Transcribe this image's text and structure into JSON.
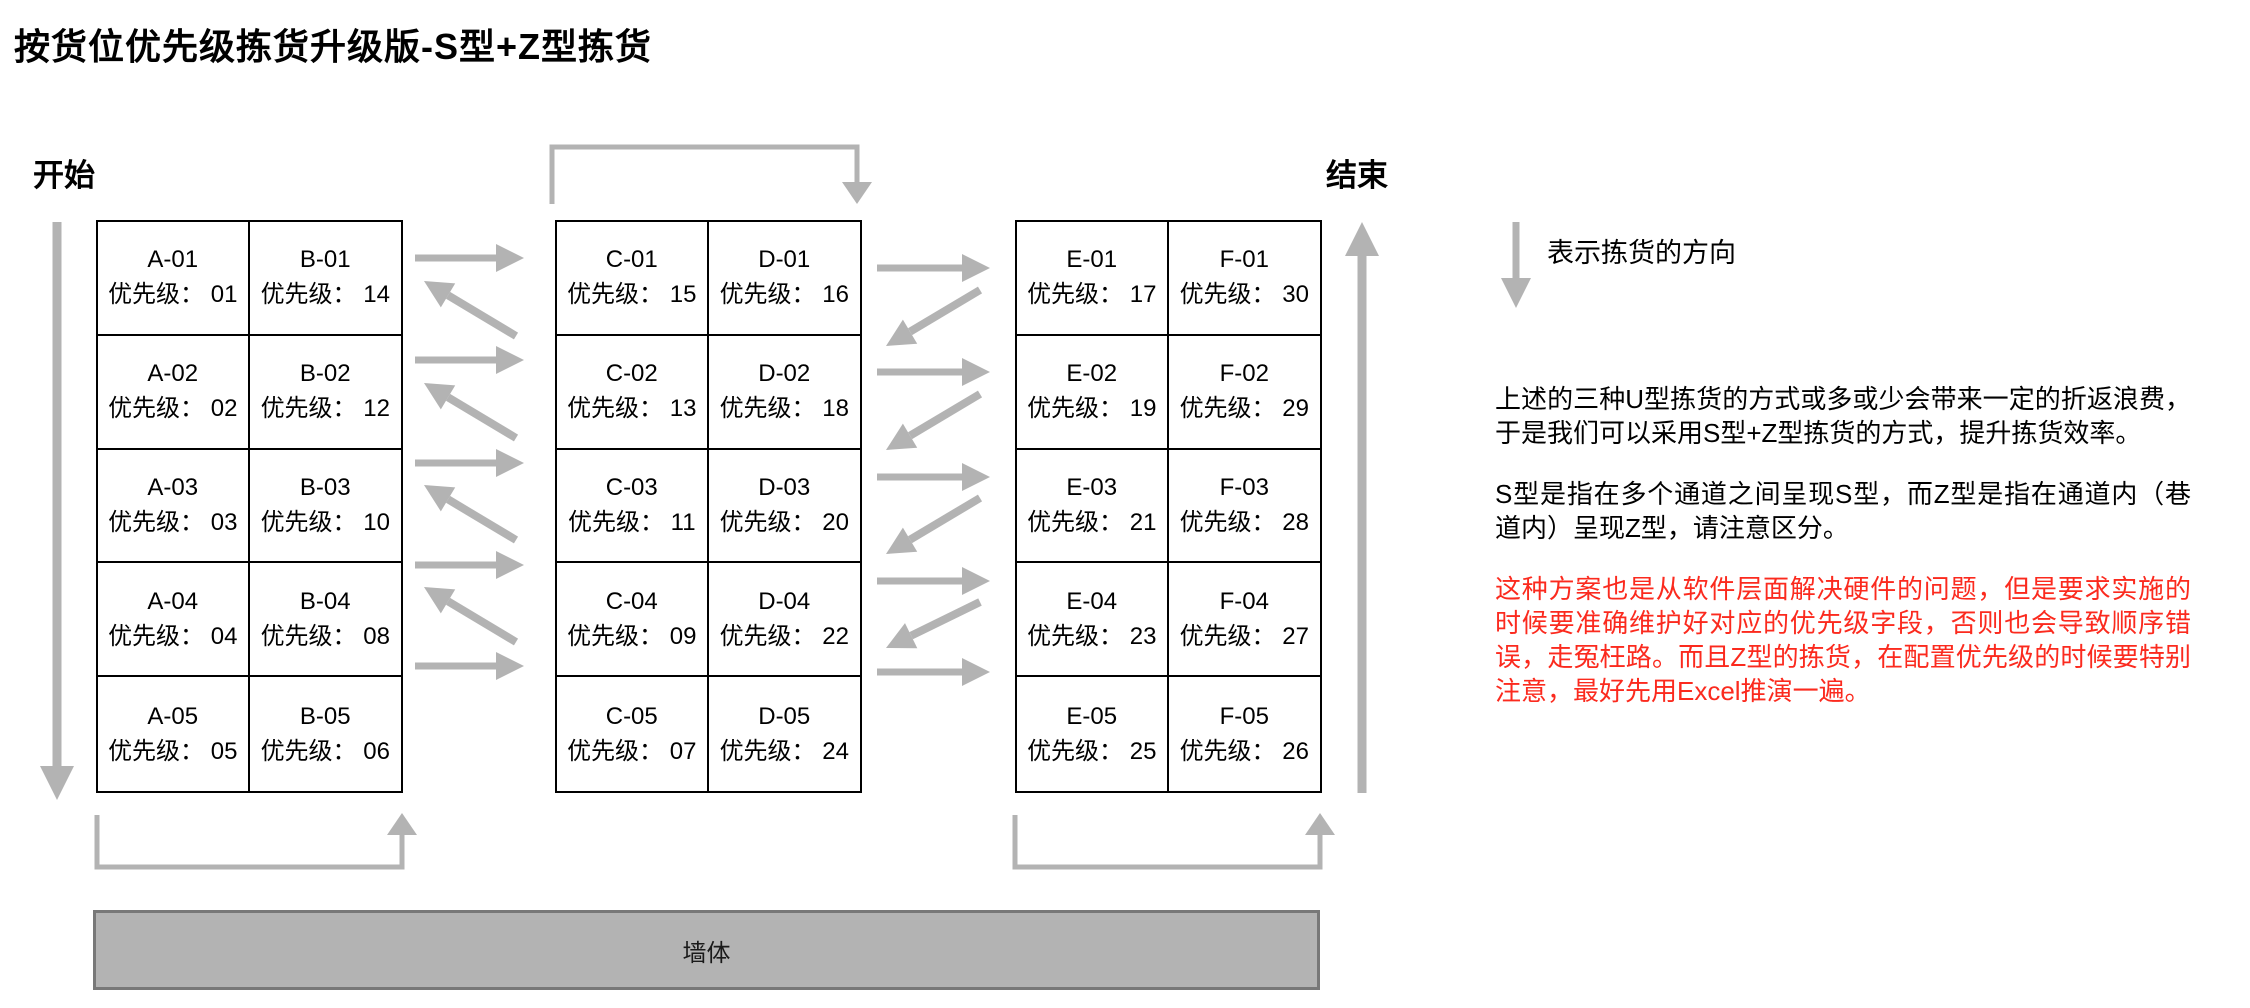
{
  "title": "按货位优先级拣货升级版-S型+Z型拣货",
  "labels": {
    "start": "开始",
    "end": "结束"
  },
  "priority_prefix": "优先级： ",
  "wall_label": "墙体",
  "legend": {
    "text": "表示拣货的方向"
  },
  "racks": [
    {
      "id": "rack-AB",
      "rows": [
        [
          {
            "code": "A-01",
            "priority": "01"
          },
          {
            "code": "B-01",
            "priority": "14"
          }
        ],
        [
          {
            "code": "A-02",
            "priority": "02"
          },
          {
            "code": "B-02",
            "priority": "12"
          }
        ],
        [
          {
            "code": "A-03",
            "priority": "03"
          },
          {
            "code": "B-03",
            "priority": "10"
          }
        ],
        [
          {
            "code": "A-04",
            "priority": "04"
          },
          {
            "code": "B-04",
            "priority": "08"
          }
        ],
        [
          {
            "code": "A-05",
            "priority": "05"
          },
          {
            "code": "B-05",
            "priority": "06"
          }
        ]
      ]
    },
    {
      "id": "rack-CD",
      "rows": [
        [
          {
            "code": "C-01",
            "priority": "15"
          },
          {
            "code": "D-01",
            "priority": "16"
          }
        ],
        [
          {
            "code": "C-02",
            "priority": "13"
          },
          {
            "code": "D-02",
            "priority": "18"
          }
        ],
        [
          {
            "code": "C-03",
            "priority": "11"
          },
          {
            "code": "D-03",
            "priority": "20"
          }
        ],
        [
          {
            "code": "C-04",
            "priority": "09"
          },
          {
            "code": "D-04",
            "priority": "22"
          }
        ],
        [
          {
            "code": "C-05",
            "priority": "07"
          },
          {
            "code": "D-05",
            "priority": "24"
          }
        ]
      ]
    },
    {
      "id": "rack-EF",
      "rows": [
        [
          {
            "code": "E-01",
            "priority": "17"
          },
          {
            "code": "F-01",
            "priority": "30"
          }
        ],
        [
          {
            "code": "E-02",
            "priority": "19"
          },
          {
            "code": "F-02",
            "priority": "29"
          }
        ],
        [
          {
            "code": "E-03",
            "priority": "21"
          },
          {
            "code": "F-03",
            "priority": "28"
          }
        ],
        [
          {
            "code": "E-04",
            "priority": "23"
          },
          {
            "code": "F-04",
            "priority": "27"
          }
        ],
        [
          {
            "code": "E-05",
            "priority": "25"
          },
          {
            "code": "F-05",
            "priority": "26"
          }
        ]
      ]
    }
  ],
  "notes": [
    {
      "text": "上述的三种U型拣货的方式或多或少会带来一定的折返浪费，于是我们可以采用S型+Z型拣货的方式，提升拣货效率。",
      "color": "#000000"
    },
    {
      "text": "S型是指在多个通道之间呈现S型，而Z型是指在通道内（巷道内）呈现Z型，请注意区分。",
      "color": "#000000"
    },
    {
      "text": "这种方案也是从软件层面解决硬件的问题，但是要求实施的时候要准确维护好对应的优先级字段，否则也会导致顺序错误，走冤枉路。而且Z型的拣货，在配置优先级的时候要特别注意，最好先用Excel推演一遍。",
      "color": "#fb2a1e"
    }
  ],
  "colors": {
    "arrow_gray": "#b3b3b3",
    "wall_fill": "#b3b3b3",
    "wall_border": "#787878",
    "warning_red": "#fb2a1e"
  }
}
